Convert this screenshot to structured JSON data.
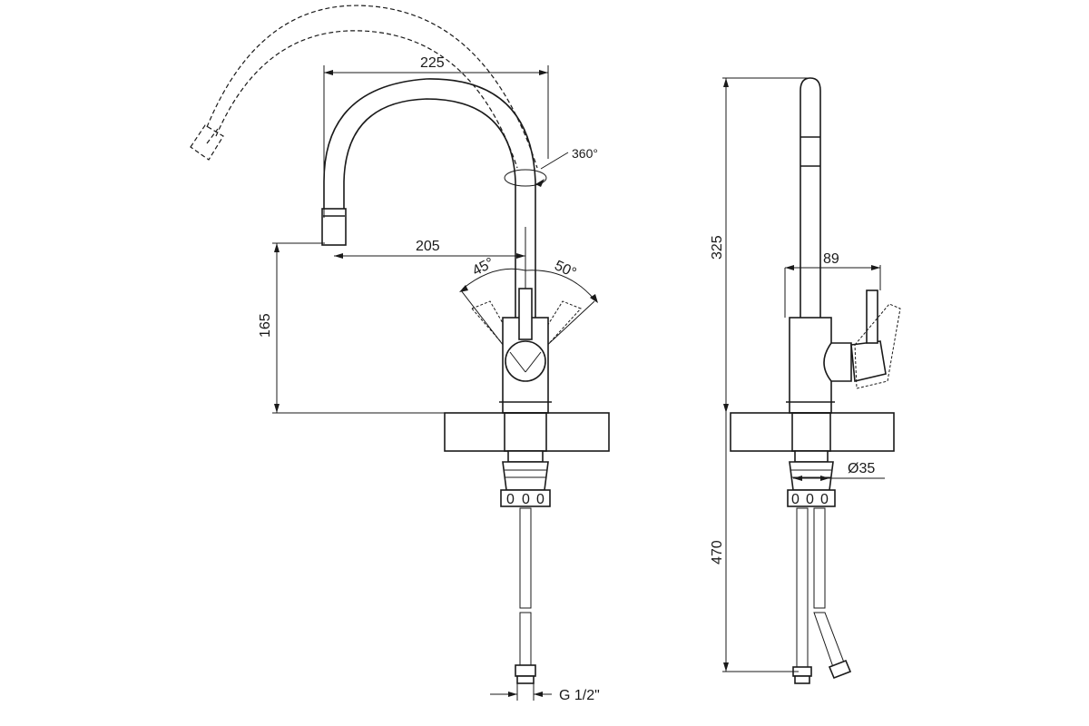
{
  "dimensions": {
    "spout_reach_outer": "225",
    "spout_reach_inner": "205",
    "spout_height": "165",
    "swivel_angle": "360°",
    "lever_angle_left": "45°",
    "lever_angle_right": "50°",
    "total_height": "325",
    "lever_depth": "89",
    "hose_length": "470",
    "mount_diameter": "Ø35",
    "thread_size": "G 1/2\""
  },
  "colors": {
    "line": "#1a1a1a",
    "background": "#ffffff"
  }
}
